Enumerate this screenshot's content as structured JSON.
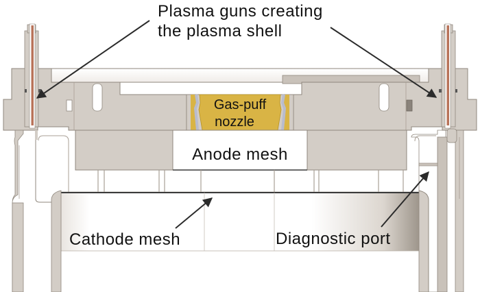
{
  "figure": {
    "title": "Plasma device cross-section schematic",
    "labels": {
      "plasma_guns_line1": "Plasma guns creating",
      "plasma_guns_line2": "the plasma shell",
      "gas_puff_line1": "Gas-puff",
      "gas_puff_line2": "nozzle",
      "anode_mesh": "Anode mesh",
      "cathode_mesh": "Cathode mesh",
      "diagnostic_port": "Diagnostic port"
    },
    "colors": {
      "metal": "#d3cdc6",
      "metal_dark": "#bdb6ad",
      "outline": "#8f877d",
      "copper": "#b8735a",
      "nozzle_gold": "#d9b445",
      "nozzle_edge": "#b79325",
      "insulator": "#b9bccd",
      "arrow": "#2b2b2b",
      "background": "#ffffff"
    }
  }
}
